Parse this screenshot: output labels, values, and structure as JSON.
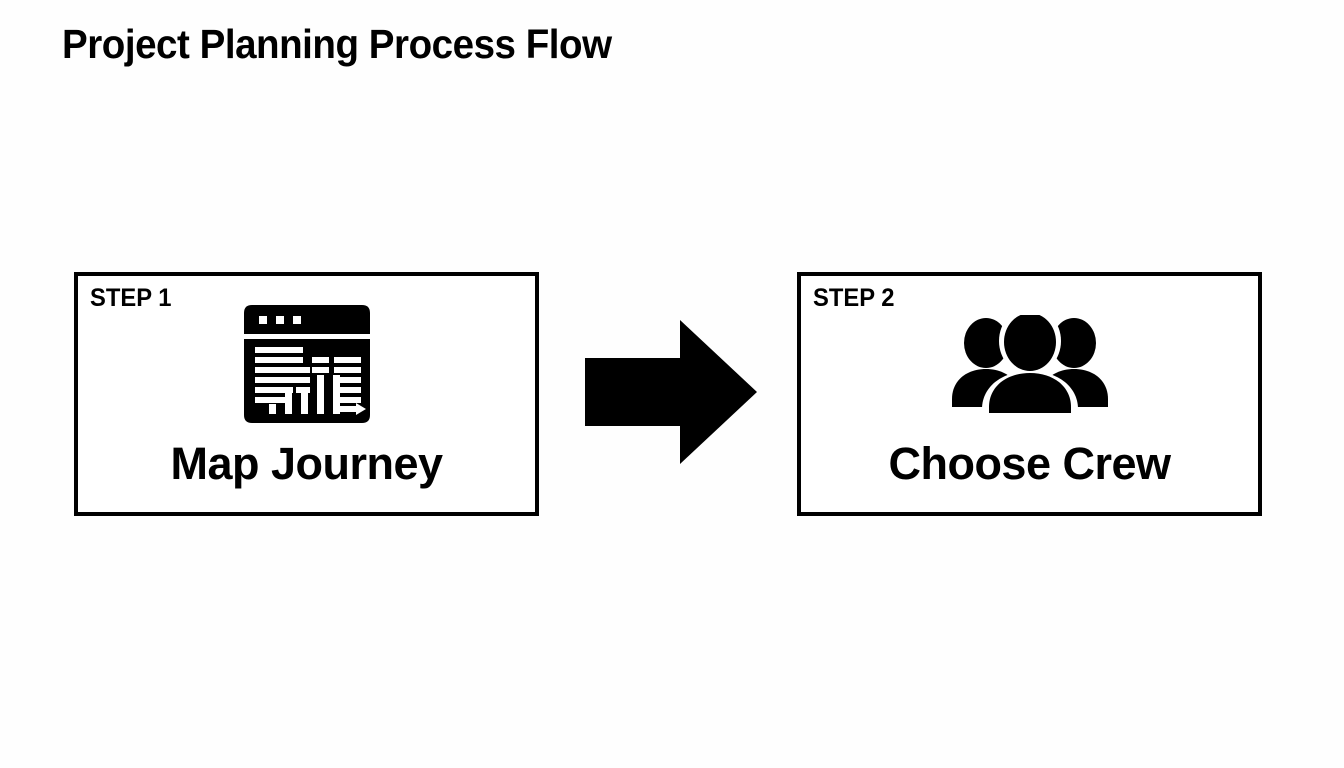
{
  "page": {
    "title": "Project Planning Process Flow",
    "background_color": "#fefefe",
    "foreground_color": "#000000"
  },
  "diagram_data": {
    "type": "process-flow",
    "orientation": "horizontal",
    "title": "Project Planning Process Flow",
    "node_count": 2,
    "connector_count": 1,
    "nodes": [
      {
        "id": "step-1",
        "step_label": "STEP 1",
        "title": "Map Journey",
        "icon": "gantt-chart-window-icon",
        "shape": "rectangle",
        "border_color": "#000000",
        "fill_color": "#ffffff"
      },
      {
        "id": "step-2",
        "step_label": "STEP 2",
        "title": "Choose Crew",
        "icon": "people-group-icon",
        "shape": "rectangle",
        "border_color": "#000000",
        "fill_color": "#ffffff"
      }
    ],
    "connectors": [
      {
        "id": "arrow-1",
        "from": "step-1",
        "to": "step-2",
        "icon": "right-arrow-icon",
        "direction": "right",
        "color": "#000000",
        "label": ""
      }
    ]
  }
}
